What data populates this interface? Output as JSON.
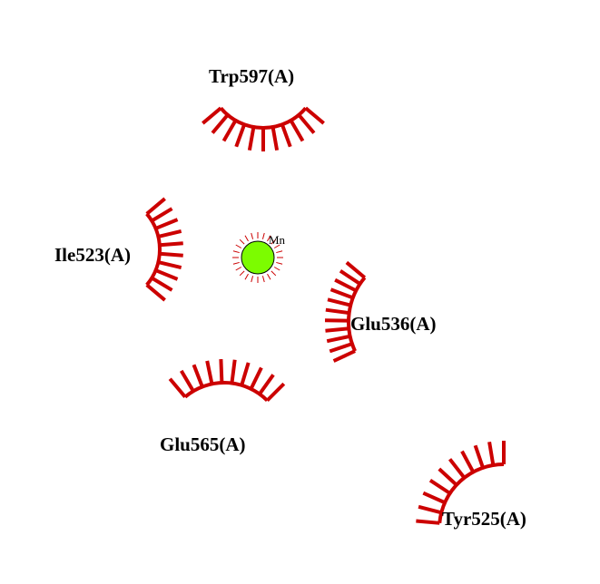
{
  "ion": {
    "label": "Mn",
    "color": "#7cfc00"
  },
  "residues": [
    {
      "label": "Trp597(A)"
    },
    {
      "label": "Ile523(A)"
    },
    {
      "label": "Glu536(A)"
    },
    {
      "label": "Glu565(A)"
    },
    {
      "label": "Tyr525(A)"
    }
  ],
  "colors": {
    "hydrophobic_contact": "#cc0000",
    "text": "#000000",
    "background": "#ffffff"
  }
}
